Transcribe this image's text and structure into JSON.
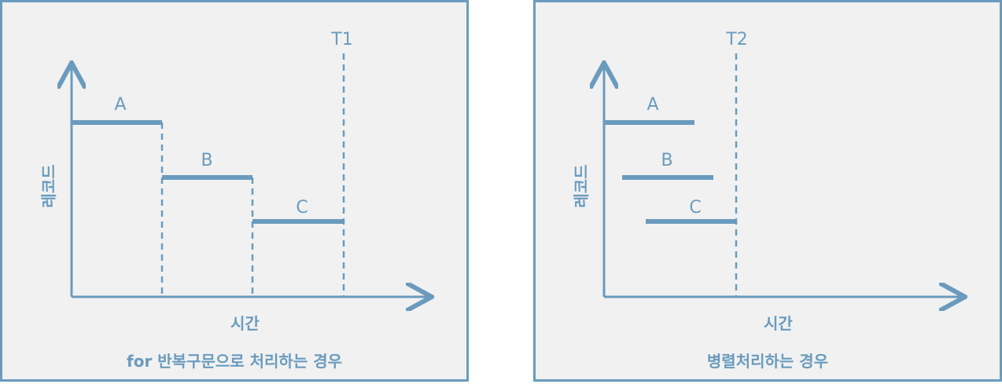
{
  "left": {
    "y_axis_label": "레코드",
    "x_axis_label": "시간",
    "time_marker": "T1",
    "caption": "for 반복구문으로 처리하는 경우",
    "records": [
      "A",
      "B",
      "C"
    ]
  },
  "right": {
    "y_axis_label": "레코드",
    "x_axis_label": "시간",
    "time_marker": "T2",
    "caption": "병렬처리하는 경우",
    "records": [
      "A",
      "B",
      "C"
    ]
  },
  "colors": {
    "accent": "#6a9bbe",
    "background": "#f1f1f2"
  }
}
